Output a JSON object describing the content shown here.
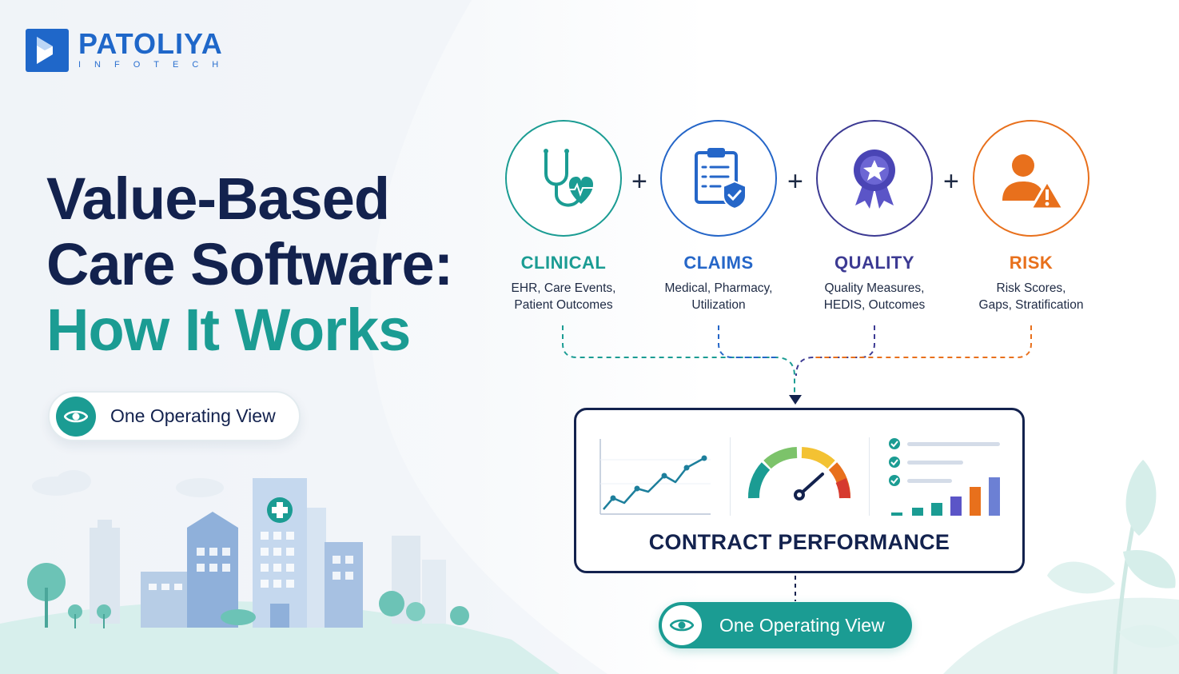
{
  "brand": {
    "name": "PATOLIYA",
    "tagline": "INFOTECH",
    "color": "#1f67c9"
  },
  "headline": {
    "line1": "Value-Based",
    "line2": "Care Software:",
    "line3": "How It Works",
    "dark_color": "#13224e",
    "accent_color": "#1b9c93"
  },
  "left_pill": {
    "label": "One Operating View",
    "icon": "eye-icon"
  },
  "features": [
    {
      "title": "CLINICAL",
      "desc1": "EHR, Care Events,",
      "desc2": "Patient Outcomes",
      "icon": "stethoscope-heart-icon",
      "color": "#1b9c93"
    },
    {
      "title": "CLAIMS",
      "desc1": "Medical, Pharmacy,",
      "desc2": "Utilization",
      "icon": "clipboard-shield-icon",
      "color": "#2566c8"
    },
    {
      "title": "QUALITY",
      "desc1": "Quality Measures,",
      "desc2": "HEDIS, Outcomes",
      "icon": "award-ribbon-icon",
      "color": "#3c3a93"
    },
    {
      "title": "RISK",
      "desc1": "Risk Scores,",
      "desc2": "Gaps, Stratification",
      "icon": "user-warning-icon",
      "color": "#e8701c"
    }
  ],
  "connector": {
    "plus": "+"
  },
  "performance": {
    "title": "CONTRACT PERFORMANCE",
    "widgets": [
      "line-chart-icon",
      "gauge-icon",
      "checklist-bars-icon"
    ]
  },
  "bottom_pill": {
    "label": "One Operating View",
    "icon": "eye-icon"
  }
}
